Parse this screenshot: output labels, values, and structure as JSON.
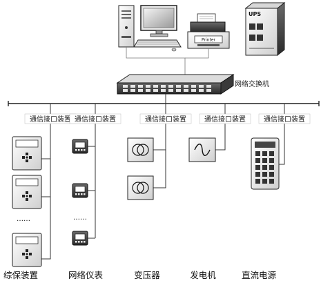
{
  "diagram": {
    "printer_label": "Printer",
    "ups_label": "UPS",
    "switch_label": "网络交换机",
    "interface_label": "通信接口装置",
    "ellipsis": "……",
    "categories": [
      {
        "label": "综保装置",
        "icon": "protection-relay-icon"
      },
      {
        "label": "网络仪表",
        "icon": "network-meter-icon"
      },
      {
        "label": "变压器",
        "icon": "transformer-icon"
      },
      {
        "label": "发电机",
        "icon": "generator-icon"
      },
      {
        "label": "直流电源",
        "icon": "dc-power-icon"
      }
    ]
  }
}
